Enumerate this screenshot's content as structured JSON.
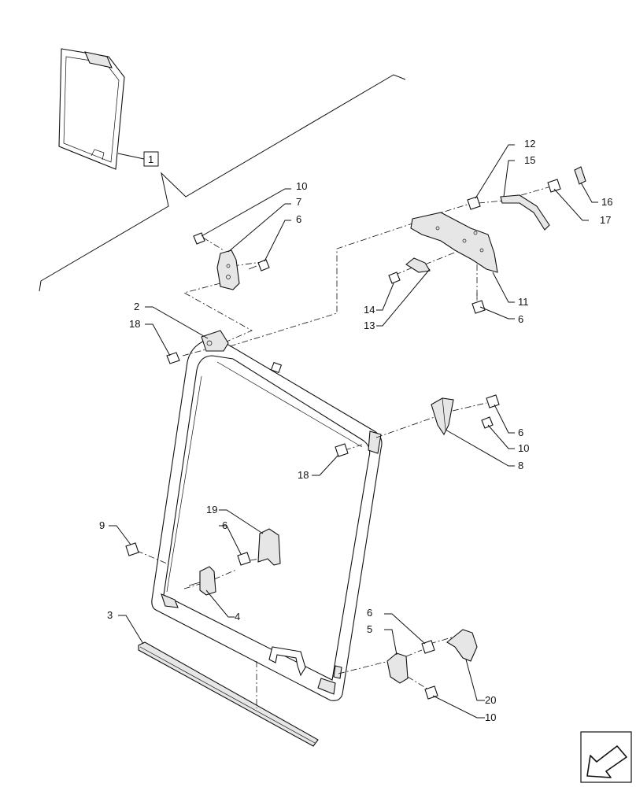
{
  "callouts": {
    "c1": "1",
    "c2": "2",
    "c3": "3",
    "c4": "4",
    "c5": "5",
    "c6a": "6",
    "c6b": "6",
    "c6c": "6",
    "c6d": "6",
    "c6e": "6",
    "c7": "7",
    "c8": "8",
    "c9": "9",
    "c10a": "10",
    "c10b": "10",
    "c10c": "10",
    "c11": "11",
    "c12": "12",
    "c13": "13",
    "c14": "14",
    "c15": "15",
    "c16": "16",
    "c17": "17",
    "c18a": "18",
    "c18b": "18",
    "c19": "19",
    "c20": "20"
  },
  "icons": [
    "cab-thumbnail-icon",
    "navigation-arrow-icon"
  ]
}
